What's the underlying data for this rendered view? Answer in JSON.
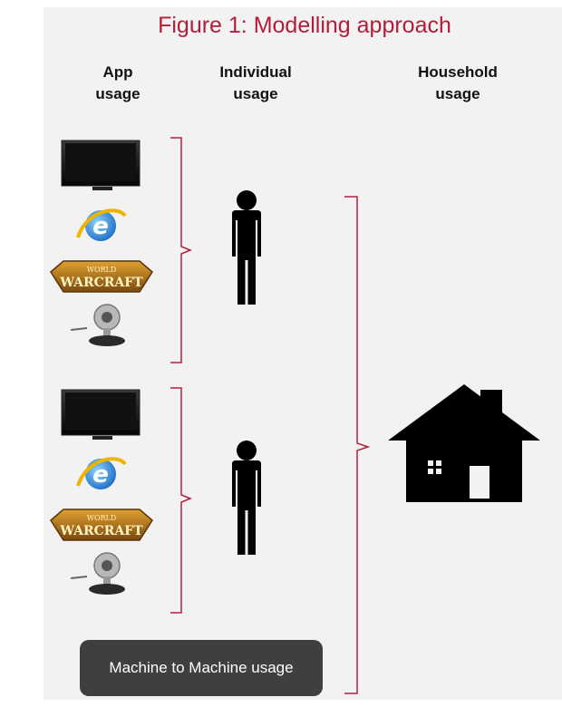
{
  "title": "Figure 1: Modelling approach",
  "columns": {
    "app": [
      "App",
      "usage"
    ],
    "individual": [
      "Individual",
      "usage"
    ],
    "household": [
      "Household",
      "usage"
    ]
  },
  "logo_text": [
    "WORLD",
    "WARCRAFT"
  ],
  "m2m_label": "Machine to Machine usage",
  "colors": {
    "title": "#b21e3a",
    "bracket": "#b21e3a",
    "figure": "#000000",
    "m2m_box": "#3f3f3f"
  },
  "icons": [
    "tv-icon",
    "internet-explorer-icon",
    "warcraft-logo-icon",
    "webcam-icon",
    "person-icon",
    "house-icon"
  ]
}
